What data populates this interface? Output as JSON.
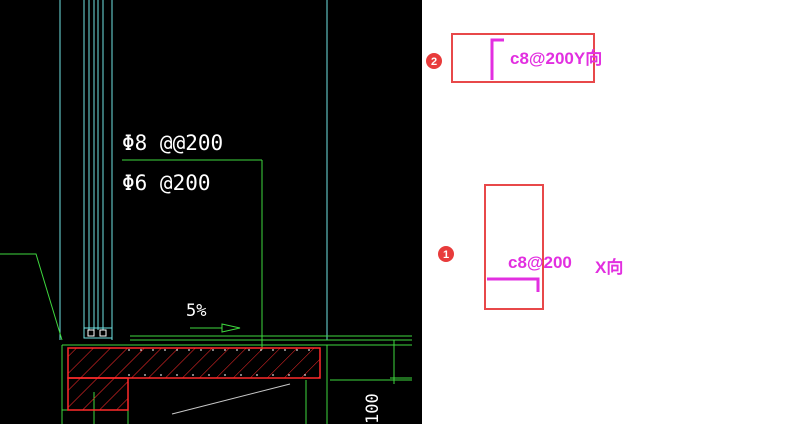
{
  "drawing": {
    "rebar_label_1": "Φ8 @@200",
    "rebar_label_2": "Φ6 @200",
    "slope_label": "5%",
    "dimension_label": "100"
  },
  "annotations": [
    {
      "badge": "2",
      "text": "c8@200Y向"
    },
    {
      "badge": "1",
      "text": "c8@200",
      "suffix": "X向"
    }
  ],
  "colors": {
    "cad_background": "#000000",
    "cad_cyan": "#6fe3e3",
    "cad_green": "#3ed83e",
    "cad_red": "#ff2b2b",
    "annotation_box": "#e8484a",
    "annotation_text": "#e22fe0",
    "badge_fill": "#e83b3b"
  }
}
